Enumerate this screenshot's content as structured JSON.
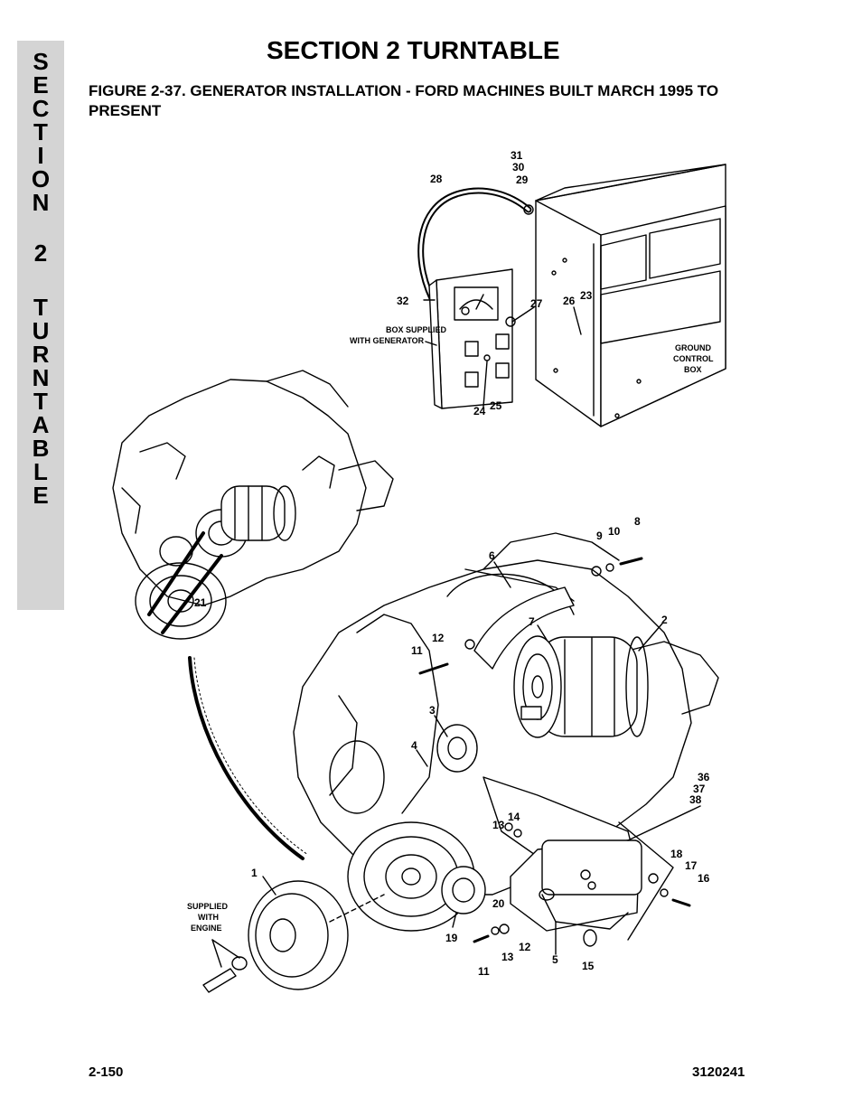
{
  "side_tab": {
    "letters": [
      "S",
      "E",
      "C",
      "T",
      "I",
      "O",
      "N",
      "2",
      "T",
      "U",
      "R",
      "N",
      "T",
      "A",
      "B",
      "L",
      "E"
    ]
  },
  "header": {
    "title": "SECTION 2  TURNTABLE"
  },
  "figure": {
    "title": "FIGURE 2-37.  GENERATOR INSTALLATION - FORD MACHINES BUILT MARCH 1995 TO PRESENT",
    "notes": {
      "box_supplied": [
        "BOX SUPPLIED",
        "WITH GENERATOR"
      ],
      "ground_control": [
        "GROUND",
        "CONTROL",
        "BOX"
      ],
      "supplied_engine": [
        "SUPPLIED",
        "WITH",
        "ENGINE"
      ]
    },
    "callouts": [
      "31",
      "30",
      "29",
      "28",
      "32",
      "27",
      "26",
      "23",
      "24",
      "25",
      "8",
      "10",
      "9",
      "6",
      "2",
      "7",
      "11",
      "12",
      "3",
      "4",
      "21",
      "36",
      "37",
      "38",
      "13",
      "14",
      "18",
      "17",
      "16",
      "1",
      "20",
      "19",
      "12",
      "13",
      "11",
      "5",
      "15"
    ]
  },
  "footer": {
    "page_number": "2-150",
    "doc_number": "3120241"
  },
  "colors": {
    "tab_background": "#d4d4d4",
    "ink": "#000000"
  }
}
